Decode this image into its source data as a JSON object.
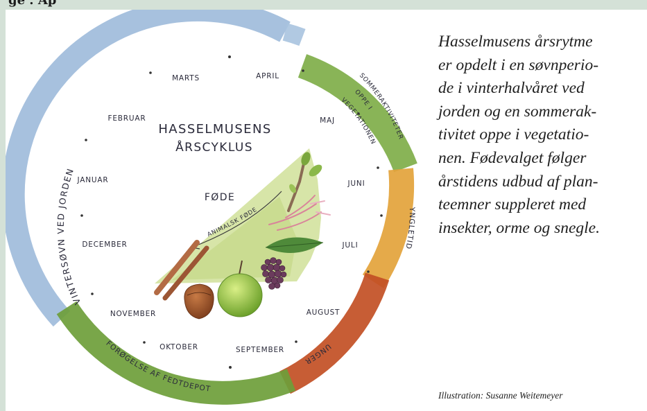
{
  "header": {
    "fragment": "ge . Ap"
  },
  "diagram": {
    "title_line1": "HASSELMUSENS",
    "title_line2": "ÅRSCYKLUS",
    "food_label": "FØDE",
    "animal_food_label": "ANIMALSK FØDE",
    "months": {
      "january": "JANUAR",
      "february": "FEBRUAR",
      "march": "MARTS",
      "april": "APRIL",
      "may": "MAJ",
      "june": "JUNI",
      "july": "JULI",
      "august": "AUGUST",
      "september": "SEPTEMBER",
      "october": "OKTOBER",
      "november": "NOVEMBER",
      "december": "DECEMBER"
    },
    "phases": {
      "winter_sleep": "VINTERSØVN VED JORDEN",
      "summer_activity_1": "SOMMERAKTIVITETER",
      "summer_activity_2": "OPPE I",
      "summer_activity_3": "VEGETATIONEN",
      "breeding": "YNGLETID",
      "young": "UNGER",
      "fat_store": "FORØGELSE AF FEDTDEPOT"
    },
    "colors": {
      "winter_blue": "#9fbcdb",
      "summer_green": "#7fae49",
      "breeding_orange": "#e3a33b",
      "young_red": "#c24f24",
      "fat_green": "#6e9e3a",
      "food_wedge": "#cddf92"
    }
  },
  "caption": {
    "lines": [
      "Hasselmusens årsrytme",
      "er opdelt i en søvnperio-",
      "de i vinterhalvåret ved",
      "jorden og en sommerak-",
      "tivitet oppe i vegetatio-",
      "nen. Fødevalget følger",
      "årstidens udbud af plan-",
      "teemner suppleret med",
      "insekter, orme og snegle."
    ]
  },
  "credit": "Illustration: Susanne Weitemeyer"
}
